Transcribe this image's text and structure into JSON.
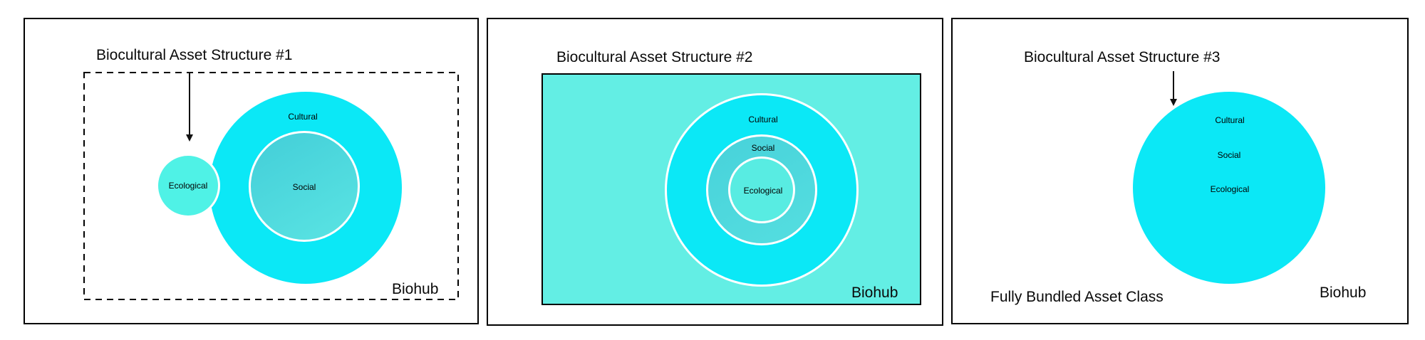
{
  "figure": {
    "panels": [
      {
        "title": "Biocultural Asset Structure #1",
        "rings": {
          "cultural": "Cultural",
          "social": "Social",
          "ecological": "Ecological"
        },
        "biohub_label": "Biohub"
      },
      {
        "title": "Biocultural Asset Structure #2",
        "rings": {
          "cultural": "Cultural",
          "social": "Social",
          "ecological": "Ecological"
        },
        "biohub_label": "Biohub"
      },
      {
        "title": "Biocultural Asset Structure #3",
        "rings": {
          "cultural": "Cultural",
          "social": "Social",
          "ecological": "Ecological"
        },
        "biohub_label": "Biohub",
        "caption": "Fully Bundled Asset Class"
      }
    ],
    "colors": {
      "cultural_cyan": "#0BE8F6",
      "social_teal": "#4DD6DE",
      "ecological_mint": "#4FF2E6",
      "panel2_background": "#63EEE4",
      "panel2_ecological": "#58ECE2",
      "ring_stroke_white": "#FFFFFF",
      "outline_black": "#000000"
    }
  }
}
